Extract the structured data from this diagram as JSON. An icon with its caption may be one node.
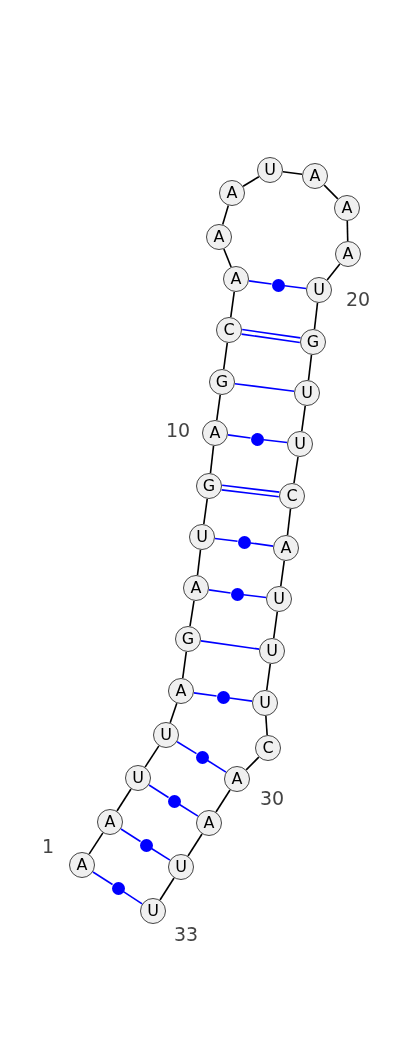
{
  "diagram": {
    "nodes": [
      {
        "text": [
          "A"
        ],
        "beside": [
          "1"
        ]
      },
      {
        "text": [
          "A"
        ]
      },
      {
        "text": [
          "U"
        ]
      },
      {
        "text": [
          "U"
        ]
      },
      {
        "text": [
          "A"
        ]
      },
      {
        "text": [
          "G"
        ]
      },
      {
        "text": [
          "A"
        ]
      },
      {
        "text": [
          "U"
        ]
      },
      {
        "text": [
          "G"
        ]
      },
      {
        "text": [
          "A"
        ],
        "beside": [
          "10"
        ]
      },
      {
        "text": [
          "G"
        ]
      },
      {
        "text": [
          "C"
        ]
      },
      {
        "text": [
          "A"
        ]
      },
      {
        "text": [
          "A"
        ]
      },
      {
        "text": [
          "A"
        ]
      },
      {
        "text": [
          "U"
        ]
      },
      {
        "text": [
          "A"
        ]
      },
      {
        "text": [
          "A"
        ]
      },
      {
        "text": [
          "A"
        ]
      },
      {
        "text": [
          "U"
        ],
        "beside": [
          "20"
        ]
      },
      {
        "text": [
          "G"
        ]
      },
      {
        "text": [
          "U"
        ]
      },
      {
        "text": [
          "U"
        ]
      },
      {
        "text": [
          "C"
        ]
      },
      {
        "text": [
          "A"
        ]
      },
      {
        "text": [
          "U"
        ]
      },
      {
        "text": [
          "U"
        ]
      },
      {
        "text": [
          "U"
        ]
      },
      {
        "text": [
          "C"
        ]
      },
      {
        "text": [
          "A"
        ],
        "beside": [
          "30"
        ]
      },
      {
        "text": [
          "A"
        ]
      },
      {
        "text": [
          "U"
        ]
      },
      {
        "text": [
          "U"
        ],
        "beside": [
          "33"
        ]
      },
      {
        "text": [],
        "shape": "circle"
      },
      {
        "text": [],
        "shape": "circle"
      },
      {
        "text": [],
        "shape": "circle"
      },
      {
        "text": [],
        "shape": "circle"
      },
      {
        "text": [],
        "shape": "circle"
      },
      {
        "text": [],
        "shape": "circle"
      },
      {
        "text": [],
        "shape": "circle"
      },
      {
        "text": [],
        "shape": "circle"
      },
      {
        "text": [],
        "shape": "circle"
      }
    ],
    "edges": [
      {
        "from": 0,
        "to": 1,
        "arrow": "none"
      },
      {
        "from": 1,
        "to": 2,
        "arrow": "none"
      },
      {
        "from": 2,
        "to": 3,
        "arrow": "none"
      },
      {
        "from": 3,
        "to": 4,
        "arrow": "none"
      },
      {
        "from": 4,
        "to": 5,
        "arrow": "none"
      },
      {
        "from": 5,
        "to": 6,
        "arrow": "none"
      },
      {
        "from": 6,
        "to": 7,
        "arrow": "none"
      },
      {
        "from": 7,
        "to": 8,
        "arrow": "none"
      },
      {
        "from": 8,
        "to": 9,
        "arrow": "none"
      },
      {
        "from": 9,
        "to": 10,
        "arrow": "none"
      },
      {
        "from": 10,
        "to": 11,
        "arrow": "none"
      },
      {
        "from": 11,
        "to": 12,
        "arrow": "none"
      },
      {
        "from": 12,
        "to": 13,
        "arrow": "none"
      },
      {
        "from": 13,
        "to": 14,
        "arrow": "none"
      },
      {
        "from": 14,
        "to": 15,
        "arrow": "none"
      },
      {
        "from": 15,
        "to": 16,
        "arrow": "none"
      },
      {
        "from": 16,
        "to": 17,
        "arrow": "none"
      },
      {
        "from": 17,
        "to": 18,
        "arrow": "none"
      },
      {
        "from": 18,
        "to": 19,
        "arrow": "none"
      },
      {
        "from": 19,
        "to": 20,
        "arrow": "none"
      },
      {
        "from": 20,
        "to": 21,
        "arrow": "none"
      },
      {
        "from": 21,
        "to": 22,
        "arrow": "none"
      },
      {
        "from": 22,
        "to": 23,
        "arrow": "none"
      },
      {
        "from": 23,
        "to": 24,
        "arrow": "none"
      },
      {
        "from": 24,
        "to": 25,
        "arrow": "none"
      },
      {
        "from": 25,
        "to": 26,
        "arrow": "none"
      },
      {
        "from": 26,
        "to": 27,
        "arrow": "none"
      },
      {
        "from": 27,
        "to": 28,
        "arrow": "none"
      },
      {
        "from": 28,
        "to": 29,
        "arrow": "none"
      },
      {
        "from": 29,
        "to": 30,
        "arrow": "none"
      },
      {
        "from": 30,
        "to": 31,
        "arrow": "none"
      },
      {
        "from": 31,
        "to": 32,
        "arrow": "none"
      },
      {
        "from": 12,
        "to": 33,
        "arrow": "none",
        "color": "#0000ff"
      },
      {
        "from": 33,
        "to": 19,
        "arrow": "none",
        "color": "#0000ff"
      },
      {
        "from": 11,
        "to": 20,
        "arrow": "none",
        "color": "#0000ff"
      },
      {
        "from": 11,
        "to": 20,
        "arrow": "none",
        "color": "#0000ff"
      },
      {
        "from": 10,
        "to": 21,
        "arrow": "none",
        "color": "#0000ff"
      },
      {
        "from": 9,
        "to": 34,
        "arrow": "none",
        "color": "#0000ff"
      },
      {
        "from": 34,
        "to": 22,
        "arrow": "none",
        "color": "#0000ff"
      },
      {
        "from": 8,
        "to": 23,
        "arrow": "none",
        "color": "#0000ff"
      },
      {
        "from": 8,
        "to": 23,
        "arrow": "none",
        "color": "#0000ff"
      },
      {
        "from": 7,
        "to": 35,
        "arrow": "none",
        "color": "#0000ff"
      },
      {
        "from": 35,
        "to": 24,
        "arrow": "none",
        "color": "#0000ff"
      },
      {
        "from": 6,
        "to": 36,
        "arrow": "none",
        "color": "#0000ff"
      },
      {
        "from": 36,
        "to": 25,
        "arrow": "none",
        "color": "#0000ff"
      },
      {
        "from": 5,
        "to": 26,
        "arrow": "none",
        "color": "#0000ff"
      },
      {
        "from": 4,
        "to": 37,
        "arrow": "none",
        "color": "#0000ff"
      },
      {
        "from": 37,
        "to": 27,
        "arrow": "none",
        "color": "#0000ff"
      },
      {
        "from": 3,
        "to": 38,
        "arrow": "none",
        "color": "#0000ff"
      },
      {
        "from": 38,
        "to": 29,
        "arrow": "none",
        "color": "#0000ff"
      },
      {
        "from": 2,
        "to": 39,
        "arrow": "none",
        "color": "#0000ff"
      },
      {
        "from": 39,
        "to": 30,
        "arrow": "none",
        "color": "#0000ff"
      },
      {
        "from": 1,
        "to": 40,
        "arrow": "none",
        "color": "#0000ff"
      },
      {
        "from": 40,
        "to": 31,
        "arrow": "none",
        "color": "#0000ff"
      },
      {
        "from": 0,
        "to": 41,
        "arrow": "none",
        "color": "#0000ff"
      },
      {
        "from": 41,
        "to": 32,
        "arrow": "none",
        "color": "#0000ff"
      }
    ]
  }
}
